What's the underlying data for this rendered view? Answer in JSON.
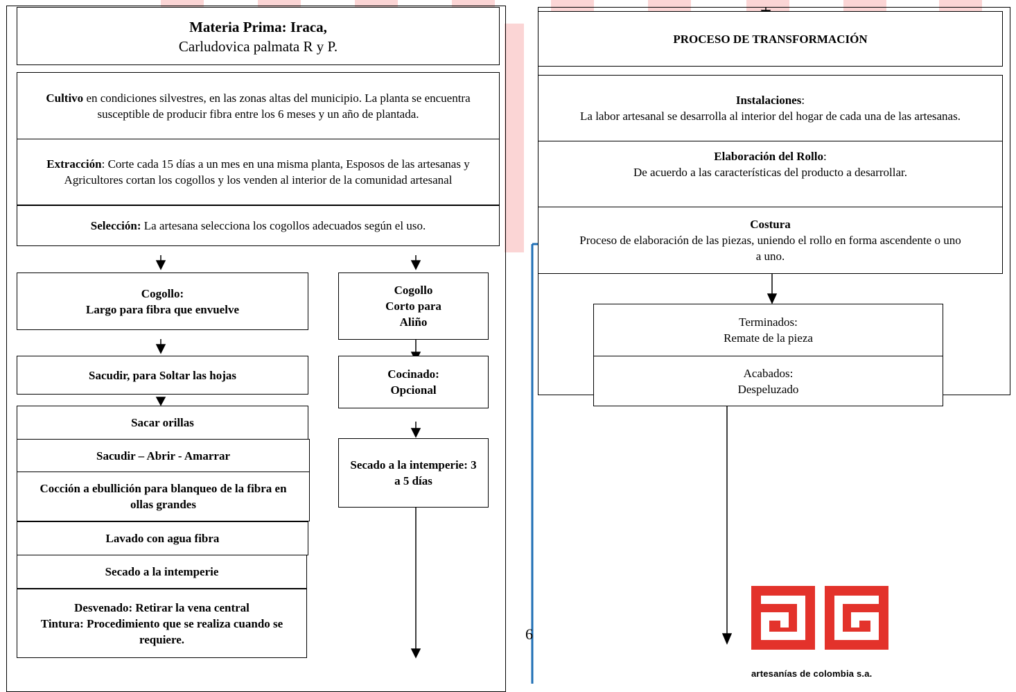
{
  "left": {
    "title_bold": "Materia Prima: Iraca,",
    "title_sub": "Carludovica palmata R y P.",
    "cultivo_bold": "Cultivo",
    "cultivo_text": " en condiciones silvestres, en las zonas altas del municipio. La planta se encuentra susceptible de producir fibra entre los 6 meses y un año de plantada.",
    "extraccion_bold": "Extracción",
    "extraccion_text": ": Corte cada 15 días   a un mes en una misma planta, Esposos de las artesanas y Agricultores cortan los cogollos y los venden al interior de la comunidad artesanal",
    "seleccion_bold": "Selección:",
    "seleccion_text": " La artesana selecciona los cogollos adecuados según el uso.",
    "cogollo_largo": [
      "Cogollo:",
      "Largo para  fibra que envuelve"
    ],
    "sacudir": "Sacudir, para Soltar las hojas",
    "sacar_orillas": "Sacar orillas",
    "sacudir_abrir": "Sacudir – Abrir - Amarrar",
    "coccion": "Cocción a ebullición para  blanqueo de la fibra en ollas grandes",
    "lavado": "Lavado con agua fibra",
    "secado": "Secado a la intemperie",
    "desvenado": [
      "Desvenado: Retirar la vena central",
      "Tintura: Procedimiento que se realiza cuando se requiere."
    ],
    "cogollo_corto": [
      "Cogollo",
      "Corto para",
      "Aliño"
    ],
    "cocinado": [
      "Cocinado:",
      "Opcional"
    ],
    "secado_corto": "Secado a la intemperie: 3 a 5 días"
  },
  "right": {
    "title": "PROCESO DE TRANSFORMACIÓN",
    "instalaciones_bold": "Instalaciones",
    "instalaciones_text": "La labor artesanal se desarrolla al interior del hogar de cada una de las artesanas.",
    "rollo_bold": "Elaboración del Rollo",
    "rollo_text": "De acuerdo a las características del producto a desarrollar.",
    "costura_bold": "Costura",
    "costura_text": "Proceso de elaboración de las piezas, uniendo el rollo en forma ascendente o uno a uno.",
    "terminados": [
      "Terminados:",
      "Remate de la pieza"
    ],
    "acabados": [
      "Acabados:",
      "Despeluzado"
    ]
  },
  "page_number": "6",
  "logo_text": "artesanías de colombia s.a.",
  "colors": {
    "watermark": "#fbd5d5",
    "connector": "#1f6fb5",
    "logo": "#e3322b"
  }
}
